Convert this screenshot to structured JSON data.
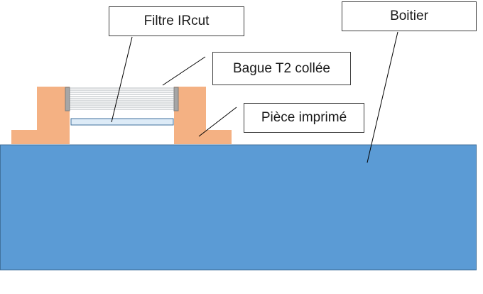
{
  "labels": {
    "filtre": "Filtre IRcut",
    "boitier": "Boitier",
    "bague": "Bague T2 collée",
    "piece": "Pièce imprimé"
  },
  "colors": {
    "boitier_fill": "#5b9bd5",
    "boitier_stroke": "#41719c",
    "piece_fill": "#f4b183",
    "filter_fill": "#ddebf7",
    "filter_stroke": "#41719c",
    "ring_end_fill": "#a6a6a6",
    "ring_line": "#9aa0a8",
    "leader": "#000000",
    "box_border": "#404040"
  }
}
